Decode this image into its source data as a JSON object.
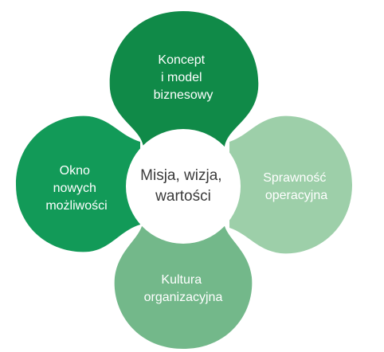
{
  "colors": {
    "top": "#108a48",
    "left": "#129a58",
    "right": "#9dcfa9",
    "bottom": "#73b88a",
    "center_fill": "#ffffff",
    "center_text": "#3a3a3a",
    "petal_text": "#ffffff"
  },
  "center": {
    "lines": [
      "Misja, wizja,",
      "wartości"
    ]
  },
  "petals": {
    "top": {
      "lines": [
        "Koncept",
        "i model",
        "biznesowy"
      ]
    },
    "left": {
      "lines": [
        "Okno",
        "nowych",
        "możliwości"
      ]
    },
    "right": {
      "lines": [
        "Sprawność",
        "operacyjna"
      ]
    },
    "bottom": {
      "lines": [
        "Kultura",
        "organizacyjna"
      ]
    }
  }
}
